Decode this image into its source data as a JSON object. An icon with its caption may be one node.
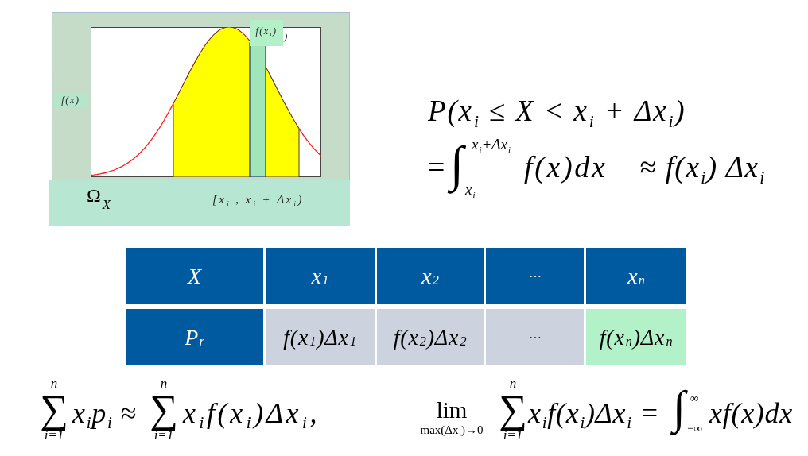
{
  "diagram": {
    "nodes": [
      {
        "text": [
          "f(x$_{i}$)"
        ]
      },
      {
        "text": [
          "f(x)"
        ]
      },
      {
        "text": [
          "Ω$_{X}$",
          "[x$_{i}$ , x$_{i}$ + Δx$_{i}$)"
        ]
      }
    ],
    "labels": [
      ")",
      "P(x$_{i}$ ≤ X < x$_{i}$ + Δx$_{i}$)",
      "x$_{i}$+Δx$_{i}$",
      "=",
      "∫",
      "f(x)dx",
      "≈ f(x$_{i}$) Δx$_{i}$",
      "x$_{i}$",
      "X",
      "x$_{1}$",
      "x$_{2}$",
      "⋯",
      "x$_{n}$",
      "P$_{r}$",
      "f(x$_{1}$)Δx$_{1}$",
      "f(x$_{2}$)Δx$_{2}$",
      "⋯",
      "f(x$_{n}$)Δx$_{n}$",
      "n",
      "∑",
      "i=1",
      "x$_{i}$p$_{i}$ ≈",
      "n",
      "∑",
      "i=1",
      "x$_{i}$f(x$_{i}$)Δx$_{i}$,",
      "lim",
      "max(Δx$_{i}$)→0",
      "n",
      "∑",
      "i=1",
      "x$_{i}$f(x$_{i}$)Δx$_{i}$ =",
      "∫",
      "∞",
      "−∞",
      "xf(x)dx"
    ]
  }
}
